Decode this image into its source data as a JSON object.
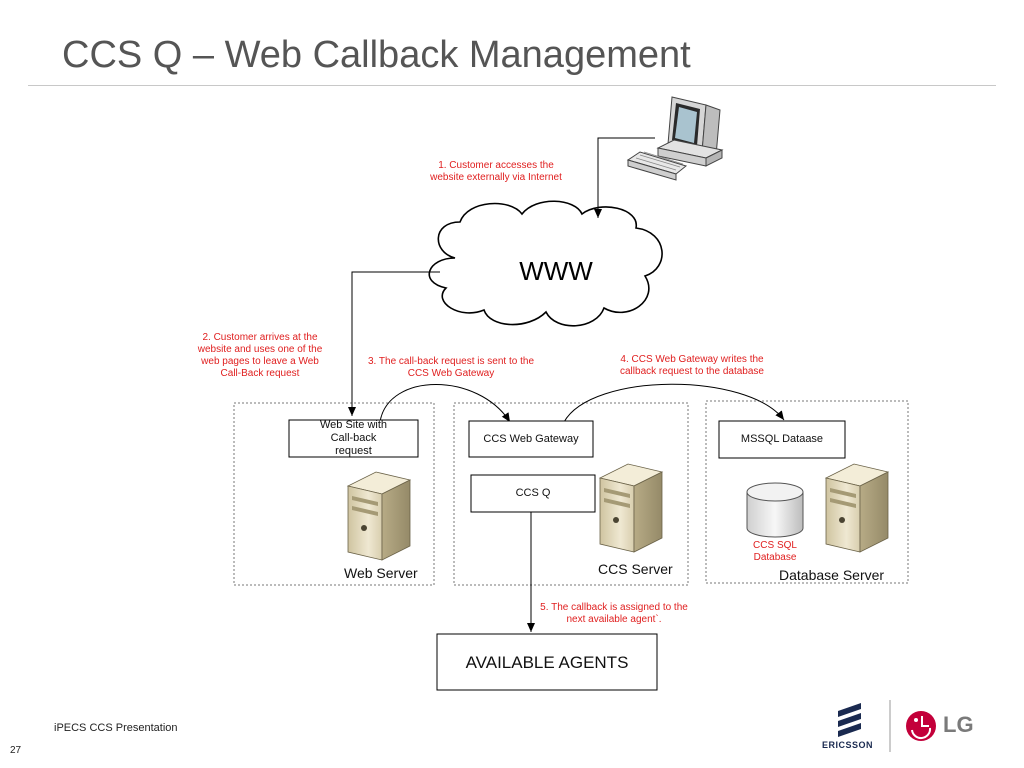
{
  "title": "CCS Q – Web Callback Management",
  "cloud_label": "WWW",
  "notes": {
    "step1": "1. Customer accesses the website externally via Internet",
    "step2": "2. Customer arrives at the website and uses one of the web pages to leave a Web Call-Back request",
    "step3": "3. The call-back request is sent to the CCS Web Gateway",
    "step4": "4. CCS Web Gateway writes the callback request to the database",
    "step5": "5. The callback is assigned to the next available agent`."
  },
  "boxes": {
    "web_site": "Web Site with Call-back request",
    "web_gateway": "CCS Web Gateway",
    "ccs_q": "CCS Q",
    "mssql": "MSSQL Dataase",
    "agents": "AVAILABLE AGENTS"
  },
  "db_label": "CCS SQL Database",
  "servers": {
    "web": "Web Server",
    "ccs": "CCS Server",
    "database": "Database Server"
  },
  "footer": "iPECS CCS Presentation",
  "page_number": "27",
  "logos": {
    "ericsson": "ERICSSON",
    "lg": "LG"
  },
  "colors": {
    "note": "#e02020",
    "title": "#555555",
    "lg_red": "#c3003a",
    "ericsson_blue": "#1a2a50"
  }
}
